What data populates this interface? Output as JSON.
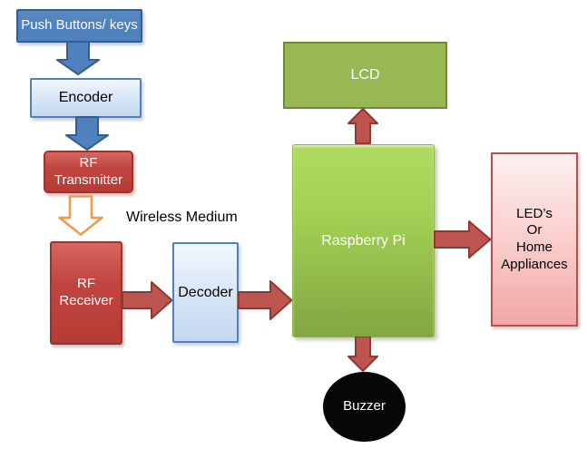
{
  "colors": {
    "blue_fill": "#4e81bd",
    "blue_fill_light": "#5b8ac4",
    "blue_border": "#385d8a",
    "lightblue_fill": "#c3d8f0",
    "lightblue_mid": "#dbe8f7",
    "red_fill": "#c04540",
    "red_fill_light": "#d6675f",
    "red_border": "#98352f",
    "green_flat": "#97b853",
    "green_flat_border": "#71893f",
    "green_bright_top": "#b0db62",
    "green_bright_mid": "#a3d154",
    "green_bright_bottom": "#82a742",
    "pink_top": "#fdf0f0",
    "pink_bottom": "#f2a7a5",
    "pink_border": "#bf4e4b",
    "arrow_red_fill": "#bd544e",
    "arrow_red_border": "#8c3a36",
    "orange": "#f79646",
    "black": "#060606"
  },
  "diagram": {
    "nodes": {
      "push_buttons": {
        "label": "Push Buttons/ keys",
        "shape": "rectangle",
        "color_role": "blue"
      },
      "encoder": {
        "label": "Encoder",
        "shape": "rectangle",
        "color_role": "light-blue"
      },
      "rf_transmitter": {
        "label": "RF\nTransmitter",
        "shape": "rounded-rectangle",
        "color_role": "red"
      },
      "rf_receiver": {
        "label": "RF\nReceiver",
        "shape": "rectangle",
        "color_role": "red"
      },
      "decoder": {
        "label": "Decoder",
        "shape": "rectangle",
        "color_role": "light-blue"
      },
      "raspberry_pi": {
        "label": "Raspberry Pi",
        "shape": "rectangle",
        "color_role": "bright-green"
      },
      "lcd": {
        "label": "LCD",
        "shape": "rectangle",
        "color_role": "olive-green"
      },
      "leds": {
        "label": "LED’s\nOr\nHome\nAppliances",
        "shape": "rectangle",
        "color_role": "pink"
      },
      "buzzer": {
        "label": "Buzzer",
        "shape": "ellipse",
        "color_role": "black"
      }
    },
    "annotations": {
      "wireless_medium": {
        "label": "Wireless Medium"
      }
    },
    "connections": [
      {
        "from": "push_buttons",
        "to": "encoder",
        "style": "blue-block-arrow",
        "direction": "down"
      },
      {
        "from": "encoder",
        "to": "rf_transmitter",
        "style": "blue-block-arrow",
        "direction": "down"
      },
      {
        "from": "rf_transmitter",
        "to": "rf_receiver",
        "style": "orange-outline-arrow",
        "direction": "down",
        "label": "Wireless Medium"
      },
      {
        "from": "rf_receiver",
        "to": "decoder",
        "style": "red-block-arrow",
        "direction": "right"
      },
      {
        "from": "decoder",
        "to": "raspberry_pi",
        "style": "red-block-arrow",
        "direction": "right"
      },
      {
        "from": "raspberry_pi",
        "to": "lcd",
        "style": "red-block-arrow",
        "direction": "up"
      },
      {
        "from": "raspberry_pi",
        "to": "leds",
        "style": "red-block-arrow",
        "direction": "right"
      },
      {
        "from": "raspberry_pi",
        "to": "buzzer",
        "style": "red-block-arrow",
        "direction": "down"
      }
    ]
  }
}
